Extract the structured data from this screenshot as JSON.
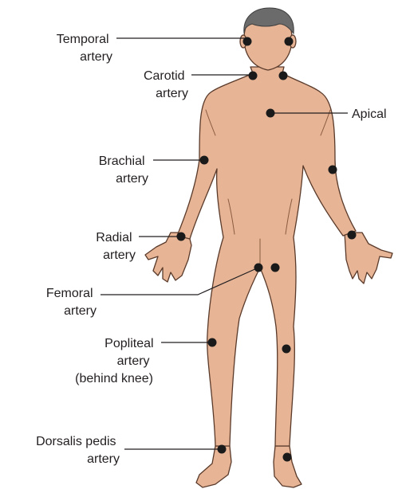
{
  "colors": {
    "skin": "#e7b596",
    "skin_outline": "#5a3a2a",
    "hair": "#6b6b6b",
    "dot": "#1a1a1a",
    "text": "#231f20"
  },
  "pulse_points": [
    {
      "id": "temporal",
      "lines": [
        "Temporal",
        "artery"
      ]
    },
    {
      "id": "carotid",
      "lines": [
        "Carotid",
        "artery"
      ]
    },
    {
      "id": "apical",
      "lines": [
        "Apical"
      ]
    },
    {
      "id": "brachial",
      "lines": [
        "Brachial",
        "artery"
      ]
    },
    {
      "id": "radial",
      "lines": [
        "Radial",
        "artery"
      ]
    },
    {
      "id": "femoral",
      "lines": [
        "Femoral",
        "artery"
      ]
    },
    {
      "id": "popliteal",
      "lines": [
        "Popliteal",
        "artery",
        "(behind knee)"
      ]
    },
    {
      "id": "dorsalis-pedis",
      "lines": [
        "Dorsalis pedis",
        "artery"
      ]
    }
  ]
}
